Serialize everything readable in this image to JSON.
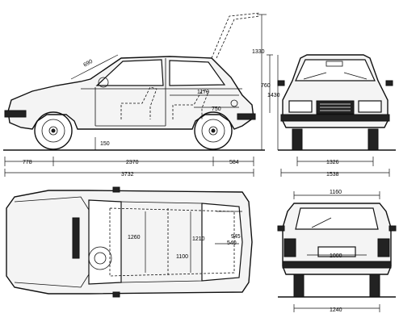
{
  "dimensions": {
    "front_overhang": "778",
    "wheelbase": "2370",
    "rear_overhang": "584",
    "overall_length": "3732",
    "front_track": "1326",
    "overall_width": "1538",
    "rear_track_top": "1160",
    "rear_track_bottom": "1240",
    "ground_clearance": "150",
    "door_opening": "690",
    "seat_length": "1170",
    "seat_depth": "750",
    "hatch_height": "1330",
    "roof_height": "760",
    "overall_height": "1430",
    "interior_length": "1260",
    "interior_width_front": "1210",
    "interior_width_mid": "1100",
    "cargo_depth": "945",
    "cargo_width": "540",
    "rear_interior_width": "1000"
  }
}
